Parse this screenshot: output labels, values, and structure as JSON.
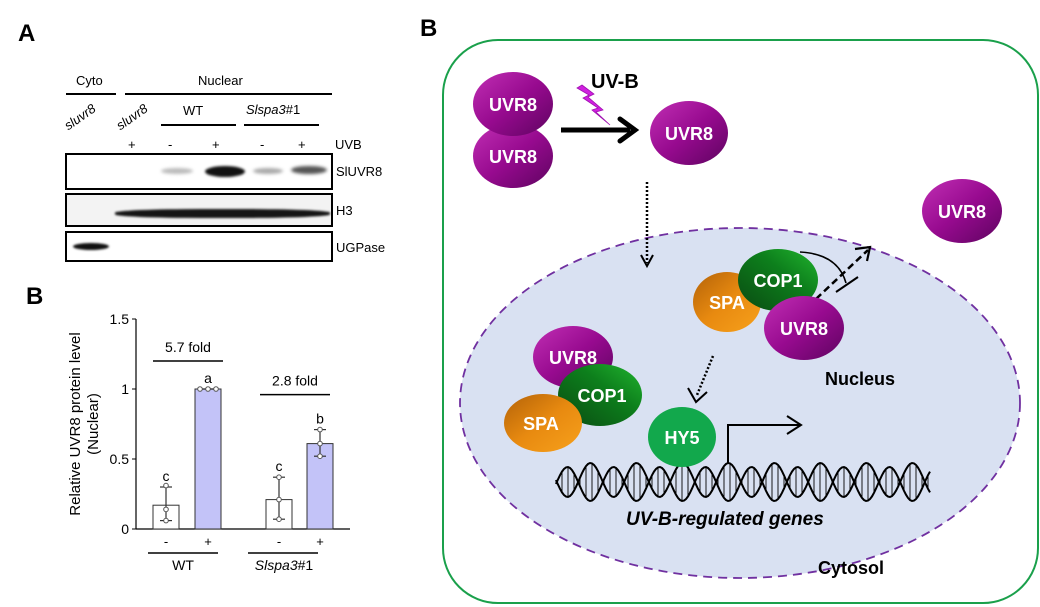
{
  "panelA": {
    "letter": "A",
    "groups": {
      "cyto": "Cyto",
      "nuclear": "Nuclear"
    },
    "lanes": [
      "sluvr8",
      "sluvr8"
    ],
    "genotypes": {
      "wt": "WT",
      "mutant_italic": "Slspa3",
      "mutant_suffix": "#1"
    },
    "uvb_label": "UVB",
    "uvb_signs": [
      "+",
      "-",
      "+",
      "-",
      "+"
    ],
    "blots": [
      "SlUVR8",
      "H3",
      "UGPase"
    ]
  },
  "panelB_left": {
    "letter": "B"
  },
  "chart_data": {
    "type": "bar",
    "ylabel": "Relative UVR8 protein level (Nuclear)",
    "ylabel_line1": "Relative UVR8 protein level",
    "ylabel_line2": "(Nuclear)",
    "ylim": [
      0,
      1.5
    ],
    "yticks": [
      "0",
      "0.5",
      "1",
      "1.5"
    ],
    "ytick_values": [
      0,
      0.5,
      1,
      1.5
    ],
    "groups": [
      {
        "name": "WT",
        "fold": "5.7 fold"
      },
      {
        "name_italic": "Slspa3",
        "name_suffix": "#1",
        "fold": "2.8 fold"
      }
    ],
    "bars": [
      {
        "group": "WT",
        "uvb": "-",
        "value": 0.17,
        "err_low": 0.06,
        "err_high": 0.3,
        "points": [
          0.06,
          0.14,
          0.31
        ],
        "letter": "c",
        "color": "#ffffff"
      },
      {
        "group": "WT",
        "uvb": "+",
        "value": 1.0,
        "err_low": 1.0,
        "err_high": 1.0,
        "points": [
          1.0,
          1.0,
          1.0
        ],
        "letter": "a",
        "color": "#c3c3f8"
      },
      {
        "group": "Slspa3#1",
        "uvb": "-",
        "value": 0.21,
        "err_low": 0.07,
        "err_high": 0.37,
        "points": [
          0.07,
          0.21,
          0.37
        ],
        "letter": "c",
        "color": "#ffffff"
      },
      {
        "group": "Slspa3#1",
        "uvb": "+",
        "value": 0.61,
        "err_low": 0.52,
        "err_high": 0.71,
        "points": [
          0.52,
          0.61,
          0.71
        ],
        "letter": "b",
        "color": "#c3c3f8"
      }
    ]
  },
  "diagram": {
    "letter": "B",
    "uvb": "UV-B",
    "uvr8": "UVR8",
    "cop1": "COP1",
    "spa": "SPA",
    "hy5": "HY5",
    "nucleus": "Nucleus",
    "cytosol": "Cytosol",
    "genes": "UV-B-regulated genes",
    "colors": {
      "cell_border": "#1aa04b",
      "nucleus_fill": "#d9e1f2",
      "nucleus_border": "#7030a0",
      "uvr8": "#a0169a",
      "cop1": "#0f7a1e",
      "spa": "#e48a0c",
      "hy5": "#12a84c",
      "lightning": "#d020e0"
    }
  }
}
